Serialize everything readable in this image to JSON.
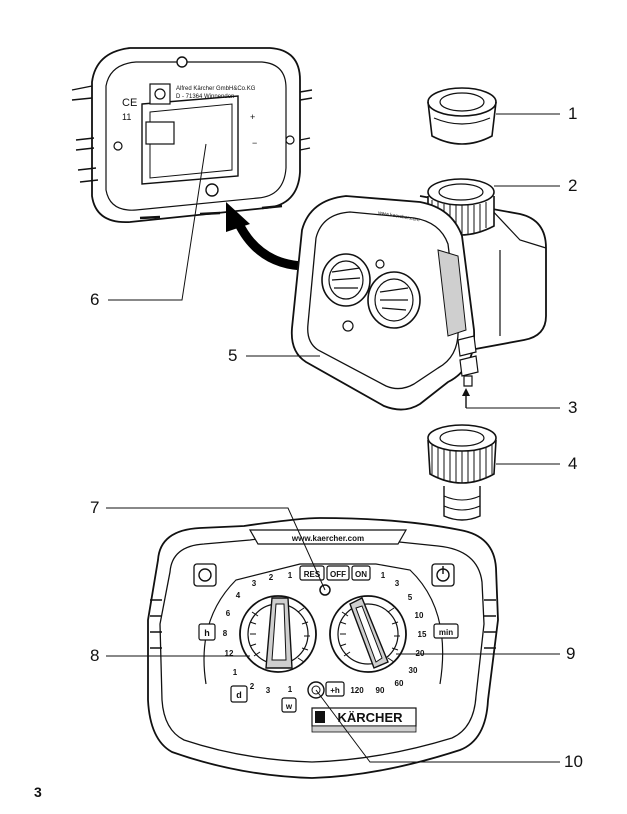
{
  "callouts": [
    "1",
    "2",
    "3",
    "4",
    "5",
    "6",
    "7",
    "8",
    "9",
    "10"
  ],
  "page_number": "3",
  "colors": {
    "ink": "#111111",
    "shade": "#cfcfcf",
    "arrow": "#000000"
  },
  "battery_box": {
    "ce_mark": "CE",
    "number": "11",
    "address_line1": "Alfred Kärcher GmbH&Co.KG",
    "address_line2": "D - 71364 Winnenden"
  },
  "unit_top_text": "www.kaercher.com",
  "panel": {
    "url": "www.kaercher.com",
    "brand": "KÄRCHER",
    "reset": "RES",
    "off": "OFF",
    "on": "ON",
    "hours_unit": "h",
    "minutes_unit": "min",
    "days_unit": "d",
    "weeks_unit": "w",
    "plus_h": "+h",
    "frequency_labels": [
      "1",
      "2",
      "3",
      "4",
      "6",
      "8",
      "12",
      "1",
      "2",
      "3",
      "1"
    ],
    "duration_labels": [
      "1",
      "3",
      "5",
      "10",
      "15",
      "20",
      "30",
      "60",
      "90",
      "120"
    ]
  }
}
